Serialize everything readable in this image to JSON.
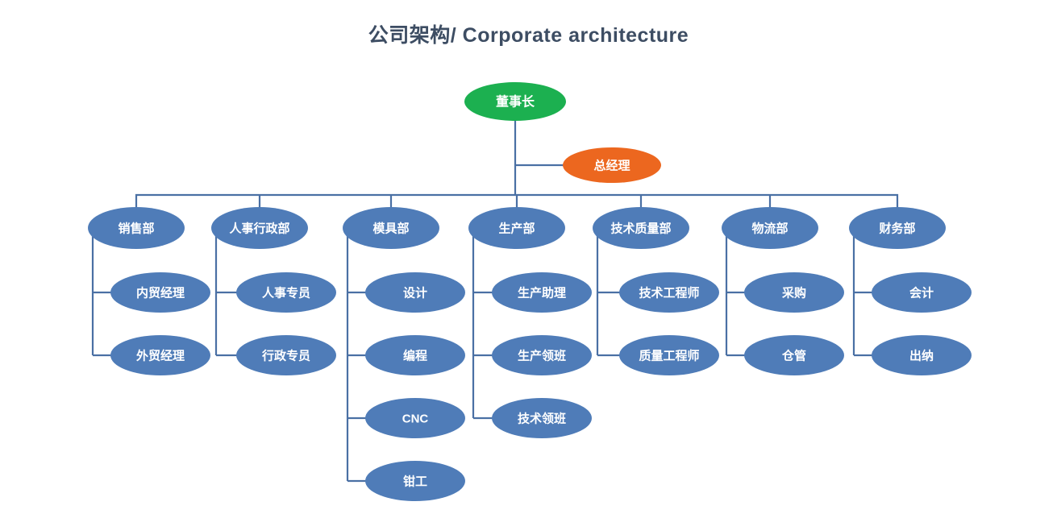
{
  "title": "公司架构/ Corporate architecture",
  "colors": {
    "title_text": "#3d4d63",
    "chairman_fill": "#1cb050",
    "gm_fill": "#ec671f",
    "dept_fill": "#4f7cb8",
    "line": "#4a70a4",
    "node_text": "#ffffff"
  },
  "org": {
    "chairman": {
      "id": "chairman",
      "label": "董事长"
    },
    "general_manager": {
      "id": "general-manager",
      "label": "总经理"
    },
    "departments": [
      {
        "id": "sales-dept",
        "label": "销售部",
        "children": [
          {
            "id": "domestic-trade-manager",
            "label": "内贸经理"
          },
          {
            "id": "foreign-trade-manager",
            "label": "外贸经理"
          }
        ]
      },
      {
        "id": "hr-admin-dept",
        "label": "人事行政部",
        "children": [
          {
            "id": "hr-specialist",
            "label": "人事专员"
          },
          {
            "id": "admin-specialist",
            "label": "行政专员"
          }
        ]
      },
      {
        "id": "mold-dept",
        "label": "模具部",
        "children": [
          {
            "id": "design",
            "label": "设计"
          },
          {
            "id": "programming",
            "label": "编程"
          },
          {
            "id": "cnc",
            "label": "CNC"
          },
          {
            "id": "fitter",
            "label": "钳工"
          }
        ]
      },
      {
        "id": "production-dept",
        "label": "生产部",
        "children": [
          {
            "id": "production-assistant",
            "label": "生产助理"
          },
          {
            "id": "production-foreman",
            "label": "生产领班"
          },
          {
            "id": "technical-foreman",
            "label": "技术领班"
          }
        ]
      },
      {
        "id": "tech-quality-dept",
        "label": "技术质量部",
        "children": [
          {
            "id": "technical-engineer",
            "label": "技术工程师"
          },
          {
            "id": "quality-engineer",
            "label": "质量工程师"
          }
        ]
      },
      {
        "id": "logistics-dept",
        "label": "物流部",
        "children": [
          {
            "id": "purchasing",
            "label": "采购"
          },
          {
            "id": "warehouse",
            "label": "仓管"
          }
        ]
      },
      {
        "id": "finance-dept",
        "label": "财务部",
        "children": [
          {
            "id": "accountant",
            "label": "会计"
          },
          {
            "id": "cashier",
            "label": "出纳"
          }
        ]
      }
    ]
  }
}
